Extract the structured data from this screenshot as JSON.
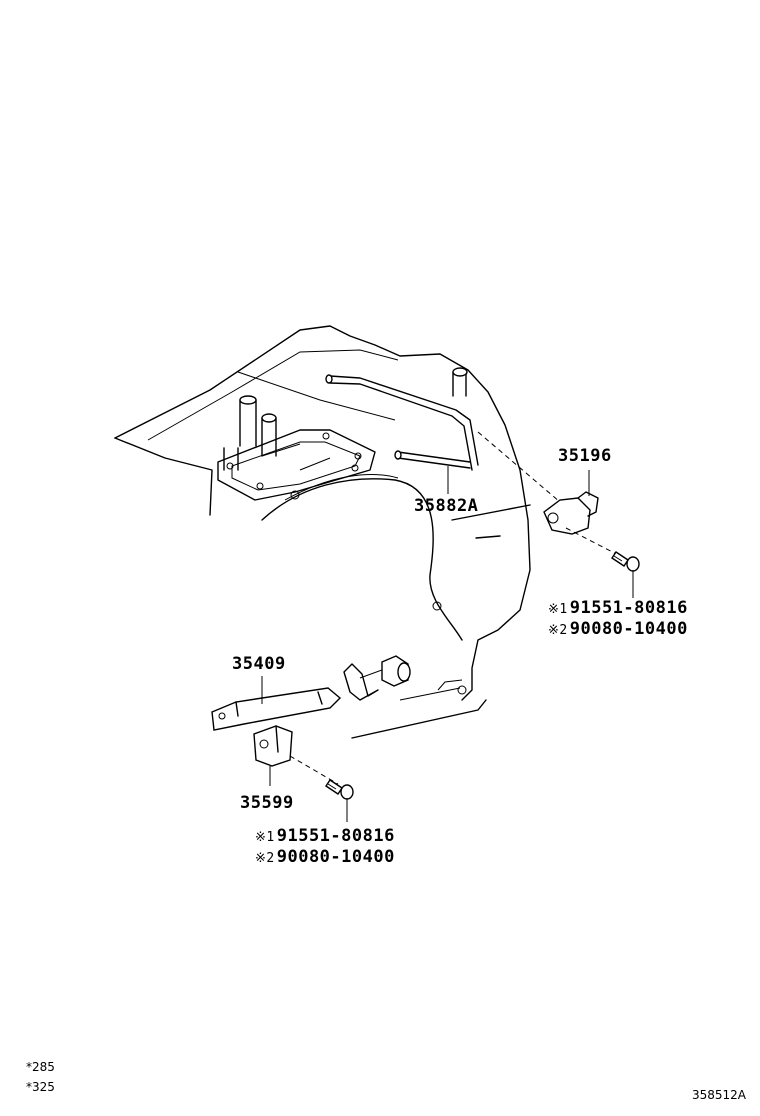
{
  "parts": {
    "tube": "35882A",
    "clamp_upper": "35196",
    "bracket_lever": "35409",
    "bracket_lower": "35599",
    "bolt_upper": [
      {
        "mark": "※1",
        "number": "91551-80816"
      },
      {
        "mark": "※2",
        "number": "90080-10400"
      }
    ],
    "bolt_lower": [
      {
        "mark": "※1",
        "number": "91551-80816"
      },
      {
        "mark": "※2",
        "number": "90080-10400"
      }
    ]
  },
  "footnotes": [
    "*285",
    "*325"
  ],
  "diagram_code": "358512A"
}
